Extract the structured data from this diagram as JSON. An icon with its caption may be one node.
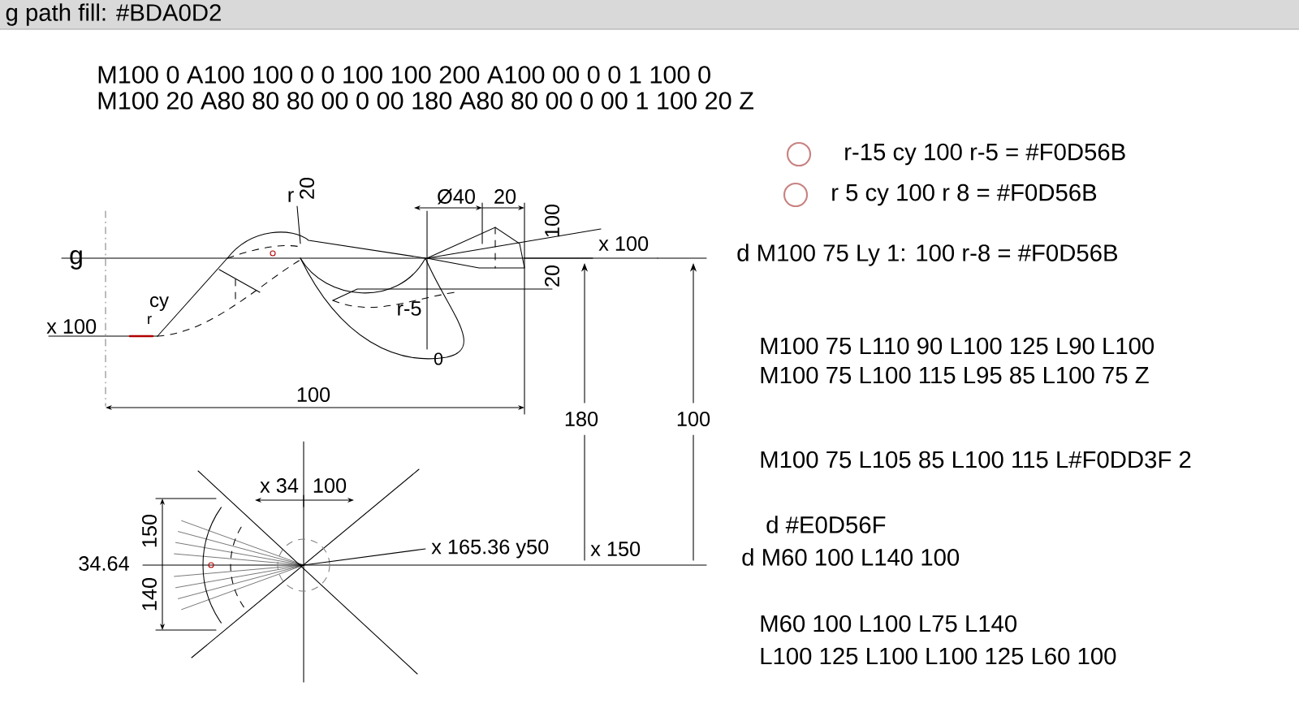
{
  "diagram": {
    "title": "g path fill: #BDA0D2",
    "labels": [
      "M100 0  A100 100 0 0 100 100 200 A100 00 0 0 1 100 0",
      "M100 20 A80 80 80 00 0 00 180 A80 80 00 0 00 1 100 20 Z",
      "g",
      "r",
      "20",
      "Ø40",
      "20",
      "100",
      "x 100",
      "20",
      "cy",
      "r",
      "x 100",
      "r-5",
      "0",
      "100",
      "180",
      "100",
      "x 34",
      "100",
      "34.64",
      "150",
      "140",
      "x 165.36 y50",
      "x 150",
      "d M100 75 Ly 1: 100  r-8 = #F0D56B",
      "M100 75 L110 90 L100 125 L90 L100",
      "M100 75 L100 115 L95 85 L100 75 Z",
      "M100 75 L105 85 L100 115 L#F0DD3F 2",
      "d #E0D56F",
      "d M60 100 L140 100",
      "M60 100 L100 L75 L140",
      "L100 125 L100 L100 125 L60 100"
    ],
    "legend": [
      {
        "text": "r-15 cy 100  r-5 = #F0D56B"
      },
      {
        "text": "r 5  cy 100  r 8 = #F0D56B"
      }
    ]
  }
}
